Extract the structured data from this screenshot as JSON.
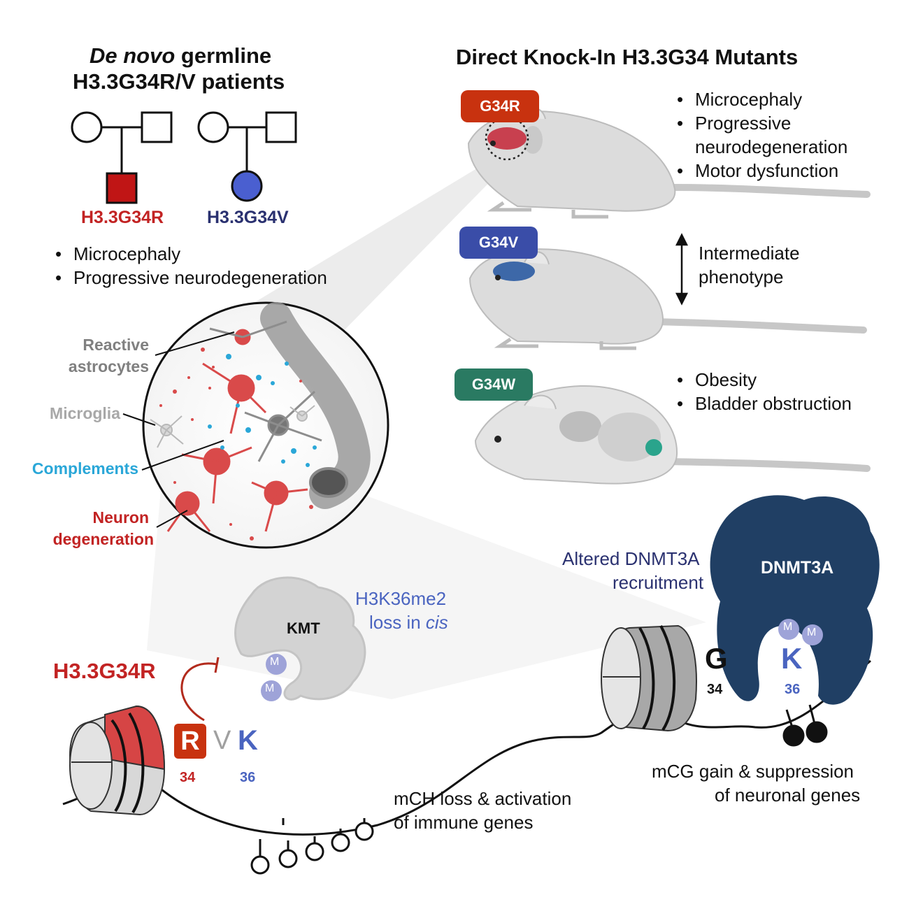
{
  "patients": {
    "title_italic": "De novo",
    "title_rest": " germline",
    "title_line2": "H3.3G34R/V patients",
    "g34r_label": "H3.3G34R",
    "g34v_label": "H3.3G34V",
    "bullets": [
      "Microcephaly",
      "Progressive neurodegeneration"
    ]
  },
  "mutants": {
    "title": "Direct Knock-In H3.3G34 Mutants",
    "mice": [
      {
        "tag": "G34R",
        "color": "#c8320f",
        "bullets": [
          "Microcephaly",
          "Progressive",
          "neurodegeneration",
          "Motor dysfunction"
        ]
      },
      {
        "tag": "G34V",
        "color": "#3a4da8",
        "text": [
          "Intermediate",
          "phenotype"
        ]
      },
      {
        "tag": "G34W",
        "color": "#2a7a62",
        "bullets": [
          "Obesity",
          "Bladder obstruction"
        ]
      }
    ]
  },
  "brain_labels": {
    "astrocytes": [
      "Reactive",
      "astrocytes"
    ],
    "microglia": "Microglia",
    "complements": "Complements",
    "neuron": [
      "Neuron",
      "degeneration"
    ]
  },
  "colors": {
    "red": "#c22323",
    "navy": "#2a3170",
    "blue": "#4a64c0",
    "gray": "#808080",
    "lightgray": "#a8a8a8",
    "cyan": "#2aa7d8",
    "dnmt": "#1f3f66"
  },
  "mechanism": {
    "h3g34r": "H3.3G34R",
    "kmt": "KMT",
    "m": "M",
    "h3k36": [
      "H3K36me2",
      "loss in "
    ],
    "cis": "cis",
    "residues_left": {
      "r": "R",
      "v": "V",
      "k": "K",
      "n34": "34",
      "n36": "36"
    },
    "residues_right": {
      "g": "G",
      "k": "K",
      "n34": "34",
      "n36": "36"
    },
    "dnmt3a": "DNMT3A",
    "altered": [
      "Altered DNMT3A",
      "recruitment"
    ],
    "mch": [
      "mCH loss & activation",
      "of immune genes"
    ],
    "mcg": [
      "mCG gain & suppression",
      "of neuronal genes"
    ]
  }
}
